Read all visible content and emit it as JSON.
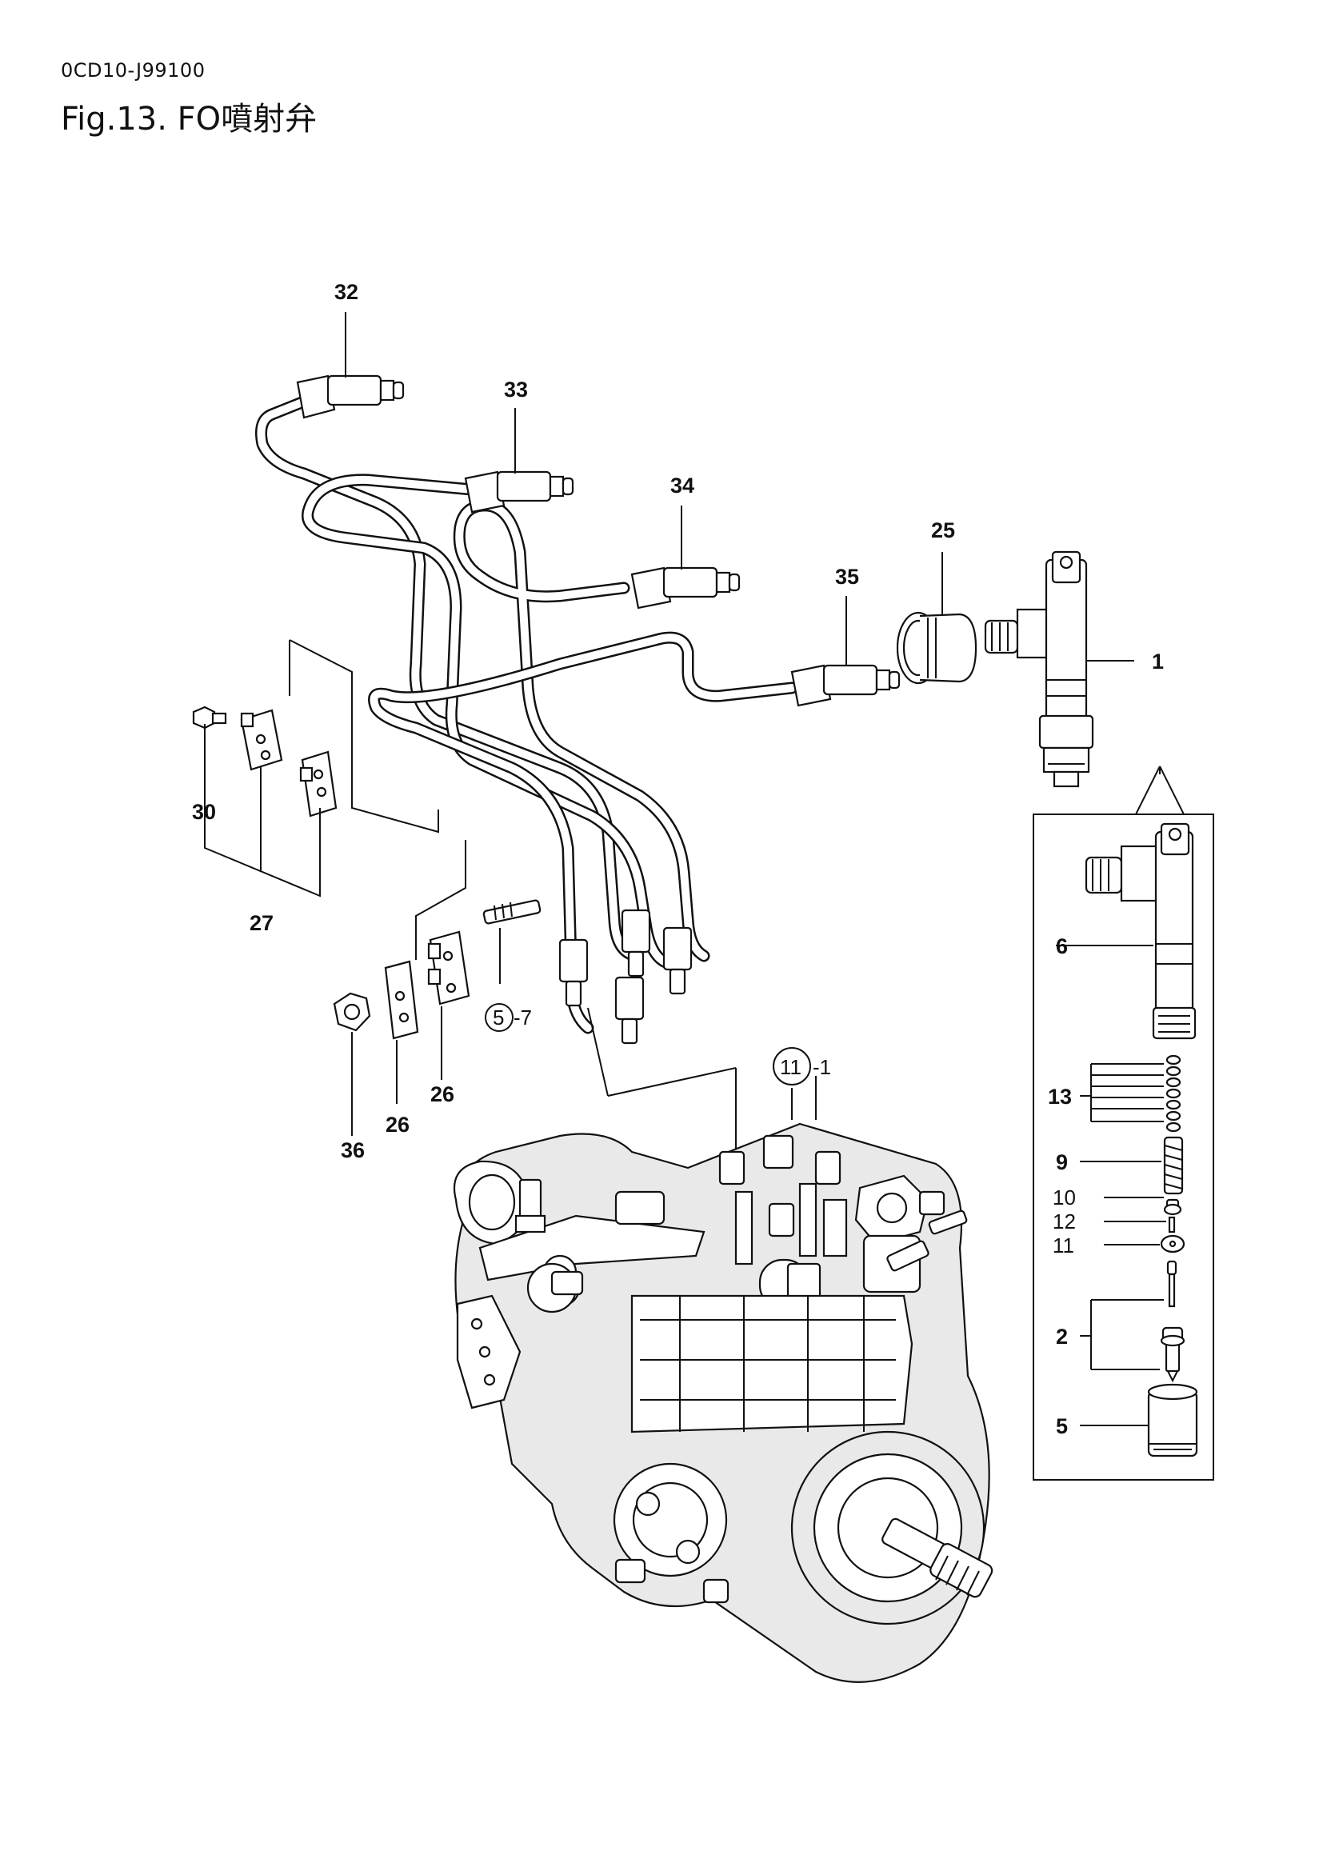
{
  "document": {
    "code": "0CD10-J99100",
    "figure_title": "Fig.13.  FO噴射弁"
  },
  "callouts": {
    "c32": "32",
    "c33": "33",
    "c34": "34",
    "c25": "25",
    "c35": "35",
    "c1": "1",
    "c30": "30",
    "c27": "27",
    "c5_7_circle": "5",
    "c5_7_suffix": "-7",
    "c26a": "26",
    "c26b": "26",
    "c36": "36",
    "c11_1_circle": "11",
    "c11_1_suffix": "-1",
    "c6": "6",
    "c13": "13",
    "c9": "9",
    "c10": "10",
    "c12": "12",
    "c11": "11",
    "c2": "2",
    "c5": "5"
  }
}
